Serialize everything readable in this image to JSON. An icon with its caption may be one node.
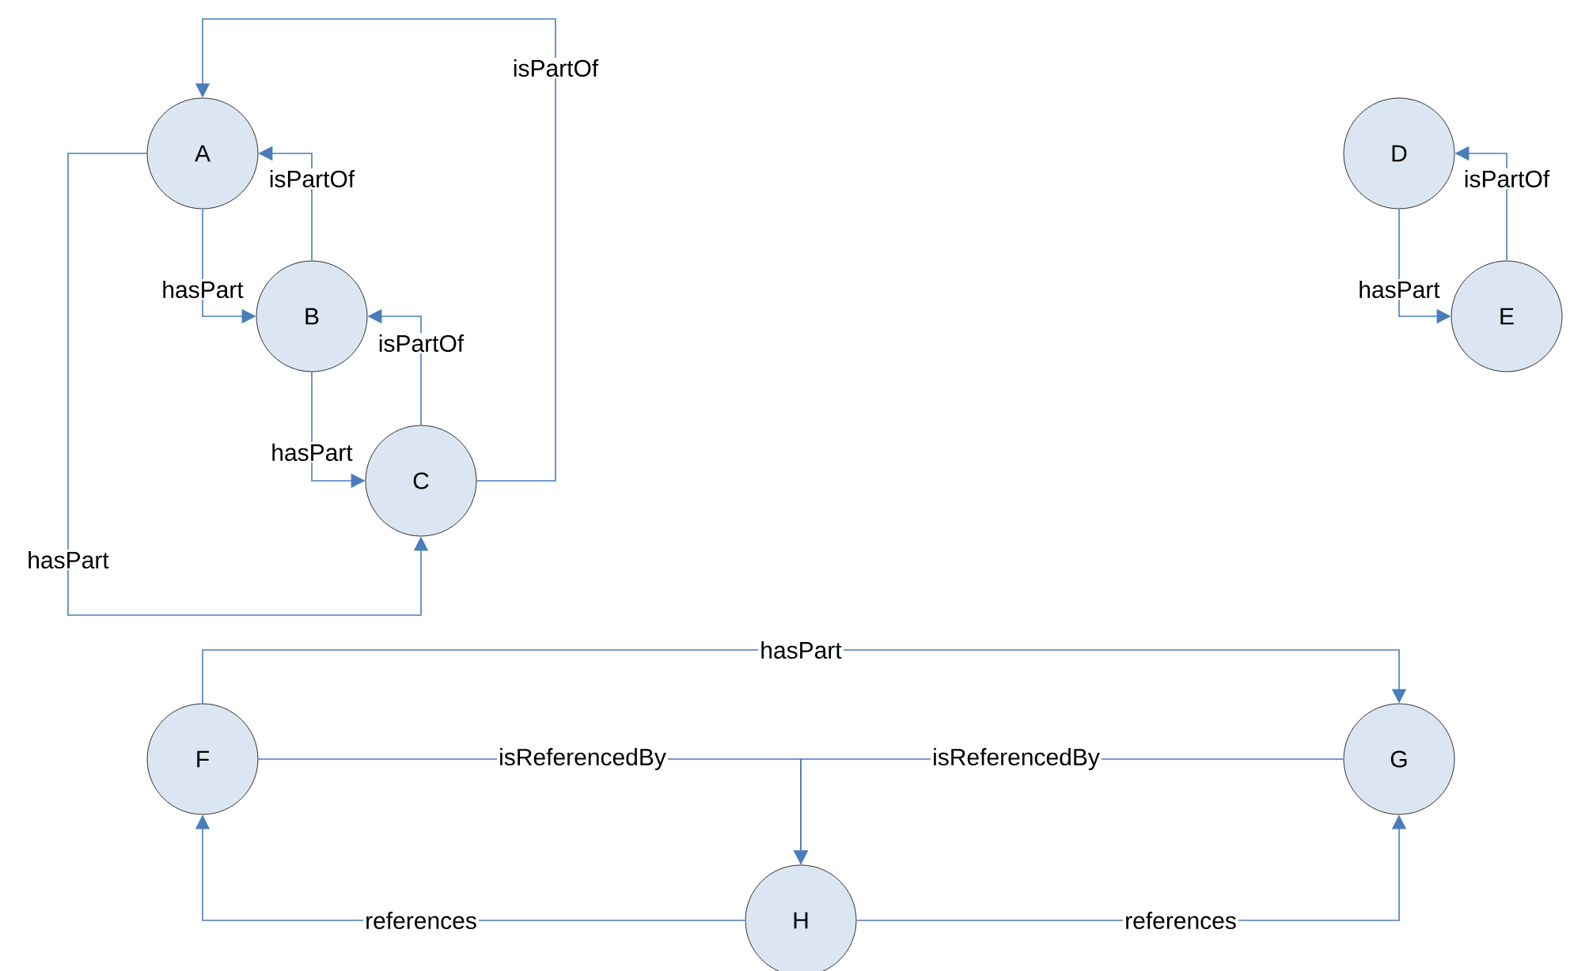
{
  "diagram": {
    "nodes": [
      {
        "text": [
          "A"
        ]
      },
      {
        "text": [
          "B"
        ]
      },
      {
        "text": [
          "C"
        ]
      },
      {
        "text": [
          "D"
        ]
      },
      {
        "text": [
          "E"
        ]
      },
      {
        "text": [
          "F"
        ]
      },
      {
        "text": [
          "G"
        ]
      },
      {
        "text": [
          "H"
        ]
      }
    ],
    "edges": [
      {
        "from": 0,
        "to": 1,
        "arrow": "to",
        "label": "hasPart"
      },
      {
        "from": 1,
        "to": 0,
        "arrow": "to",
        "label": "isPartOf"
      },
      {
        "from": 1,
        "to": 2,
        "arrow": "to",
        "label": "hasPart"
      },
      {
        "from": 2,
        "to": 1,
        "arrow": "to",
        "label": "isPartOf"
      },
      {
        "from": 2,
        "to": 0,
        "arrow": "to",
        "label": "isPartOf"
      },
      {
        "from": 0,
        "to": 2,
        "arrow": "to",
        "label": "hasPart"
      },
      {
        "from": 3,
        "to": 4,
        "arrow": "to",
        "label": "hasPart"
      },
      {
        "from": 4,
        "to": 3,
        "arrow": "to",
        "label": "isPartOf"
      },
      {
        "from": 5,
        "to": 6,
        "arrow": "to",
        "label": "hasPart"
      },
      {
        "from": 5,
        "to": 7,
        "arrow": "to",
        "label": "isReferencedBy"
      },
      {
        "from": 6,
        "to": 7,
        "arrow": "to",
        "label": "isReferencedBy"
      },
      {
        "from": 7,
        "to": 5,
        "arrow": "to",
        "label": "references"
      },
      {
        "from": 7,
        "to": 6,
        "arrow": "to",
        "label": "references"
      }
    ]
  }
}
